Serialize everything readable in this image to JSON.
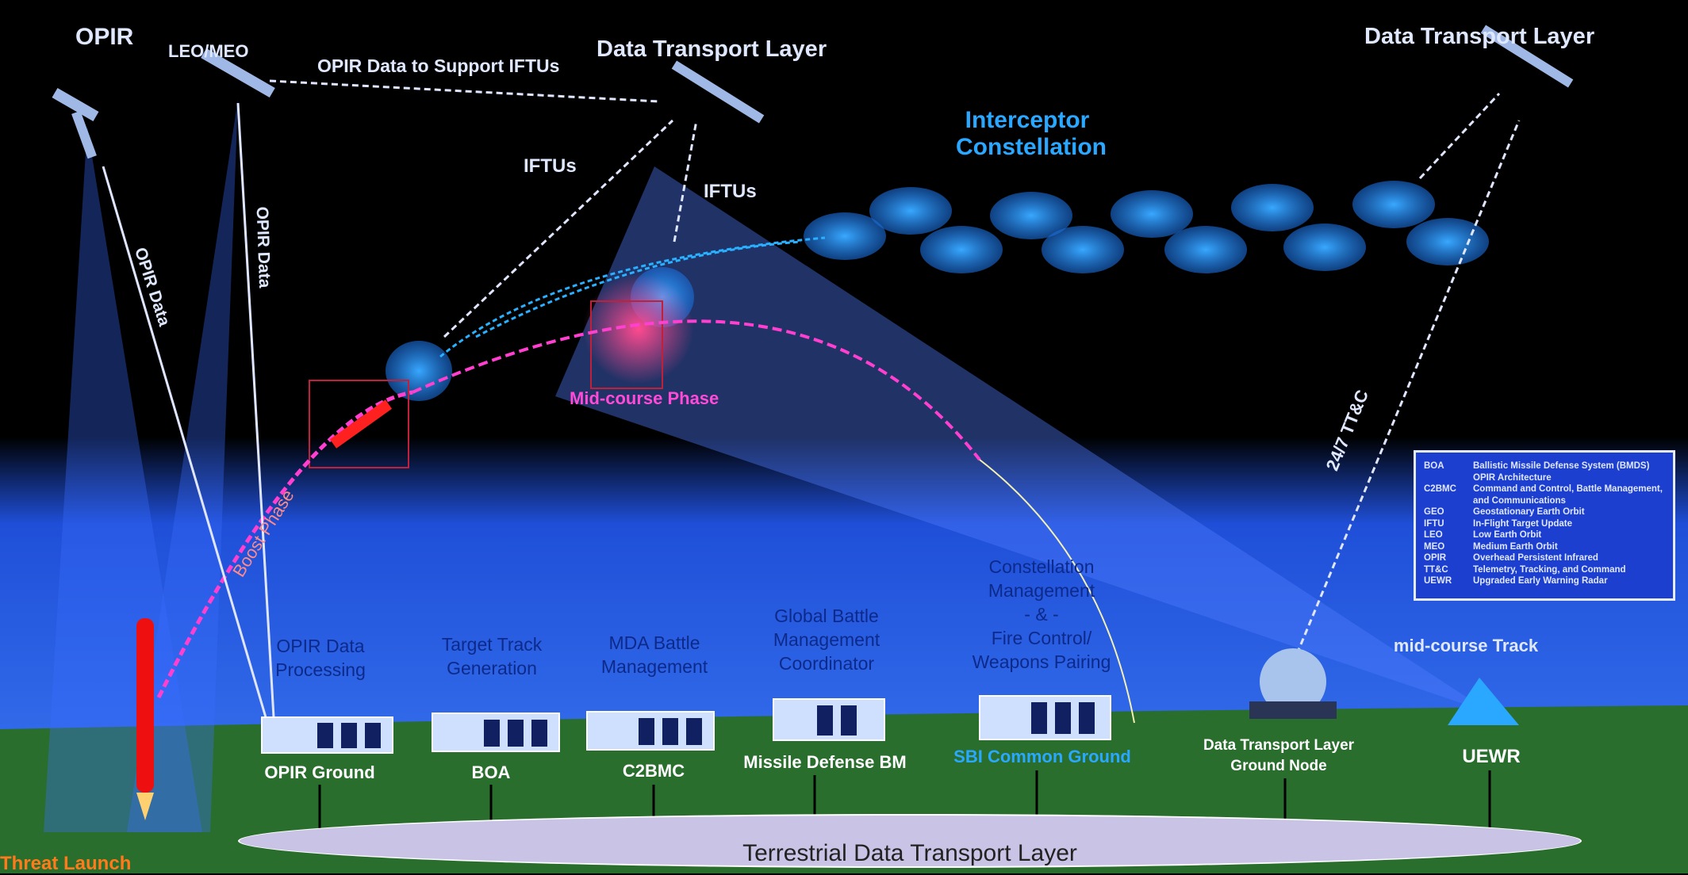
{
  "space_labels": {
    "opir": "OPIR",
    "leo_meo": "LEO/MEO",
    "opir_data_support": "OPIR Data to Support IFTUs",
    "dtl_left": "Data Transport Layer",
    "dtl_right": "Data Transport Layer",
    "interceptor_line1": "Interceptor",
    "interceptor_line2": "Constellation",
    "iftus_1": "IFTUs",
    "iftus_2": "IFTUs",
    "opir_data_1": "OPIR Data",
    "opir_data_2": "OPIR Data",
    "mid_course_phase": "Mid-course Phase",
    "boost_phase": "Boost Phase",
    "ttc": "24/7 TT&C",
    "threat_launch": "Threat Launch"
  },
  "ground_functions": [
    {
      "lines": [
        "OPIR Data",
        "Processing"
      ],
      "name": "OPIR Ground"
    },
    {
      "lines": [
        "Target Track",
        "Generation"
      ],
      "name": "BOA"
    },
    {
      "lines": [
        "MDA Battle",
        "Management"
      ],
      "name": "C2BMC"
    },
    {
      "lines": [
        "Global Battle",
        "Management",
        "Coordinator"
      ],
      "name": "Missile Defense BM"
    },
    {
      "lines": [
        "Constellation",
        "Management",
        "- & -",
        "Fire Control/",
        "Weapons Pairing"
      ],
      "name": "SBI Common Ground"
    }
  ],
  "ground_node": {
    "line1": "Data Transport Layer",
    "line2": "Ground Node"
  },
  "uewr": {
    "label": "mid-course Track",
    "name": "UEWR"
  },
  "terrestrial": "Terrestrial Data Transport Layer",
  "legend": [
    {
      "abbr": "BOA",
      "def": "Ballistic Missile Defense System (BMDS) OPIR Architecture"
    },
    {
      "abbr": "C2BMC",
      "def": "Command and Control, Battle Management, and Communications"
    },
    {
      "abbr": "GEO",
      "def": "Geostationary Earth Orbit"
    },
    {
      "abbr": "IFTU",
      "def": "In-Flight Target Update"
    },
    {
      "abbr": "LEO",
      "def": "Low Earth Orbit"
    },
    {
      "abbr": "MEO",
      "def": "Medium Earth Orbit"
    },
    {
      "abbr": "OPIR",
      "def": "Overhead Persistent Infrared"
    },
    {
      "abbr": "TT&C",
      "def": "Telemetry, Tracking, and Command"
    },
    {
      "abbr": "UEWR",
      "def": "Upgraded Early Warning Radar"
    }
  ],
  "colors": {
    "space": "#000000",
    "sky": "#2f6cf0",
    "ground": "#2a6e2e",
    "accent_blue": "#2aa8ff",
    "trajectory": "#ff3fd0"
  }
}
